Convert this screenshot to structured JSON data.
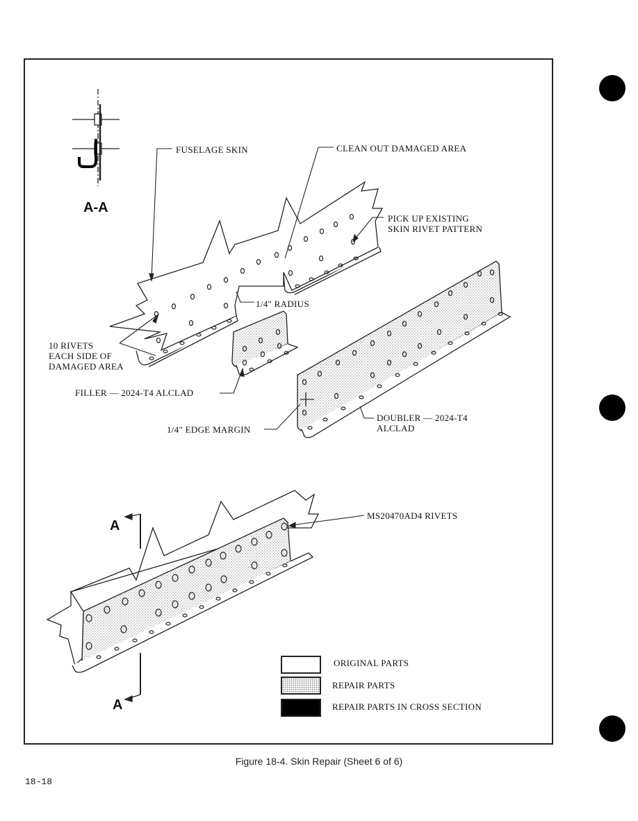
{
  "labels": {
    "fuselage_skin": "FUSELAGE SKIN",
    "clean_out": "CLEAN OUT DAMAGED AREA",
    "pick_up_1": "PICK UP EXISTING",
    "pick_up_2": "SKIN RIVET PATTERN",
    "radius": "1/4\" RADIUS",
    "rivets_1": "10 RIVETS",
    "rivets_2": "EACH SIDE OF",
    "rivets_3": "DAMAGED AREA",
    "filler": "FILLER — 2024-T4 ALCLAD",
    "edge_margin": "1/4\" EDGE MARGIN",
    "doubler_1": "DOUBLER — 2024-T4",
    "doubler_2": "ALCLAD",
    "ms_rivets": "MS20470AD4 RIVETS",
    "section": "A-A",
    "section_mark_top": "A",
    "section_mark_bottom": "A"
  },
  "legend": [
    {
      "label": "ORIGINAL PARTS",
      "fill": "#ffffff"
    },
    {
      "label": "REPAIR PARTS",
      "fill": "#d6d6d6"
    },
    {
      "label": "REPAIR PARTS IN CROSS SECTION",
      "fill": "#000000"
    }
  ],
  "caption": "Figure 18-4. Skin Repair (Sheet 6 of 6)",
  "page_number": "18-18"
}
